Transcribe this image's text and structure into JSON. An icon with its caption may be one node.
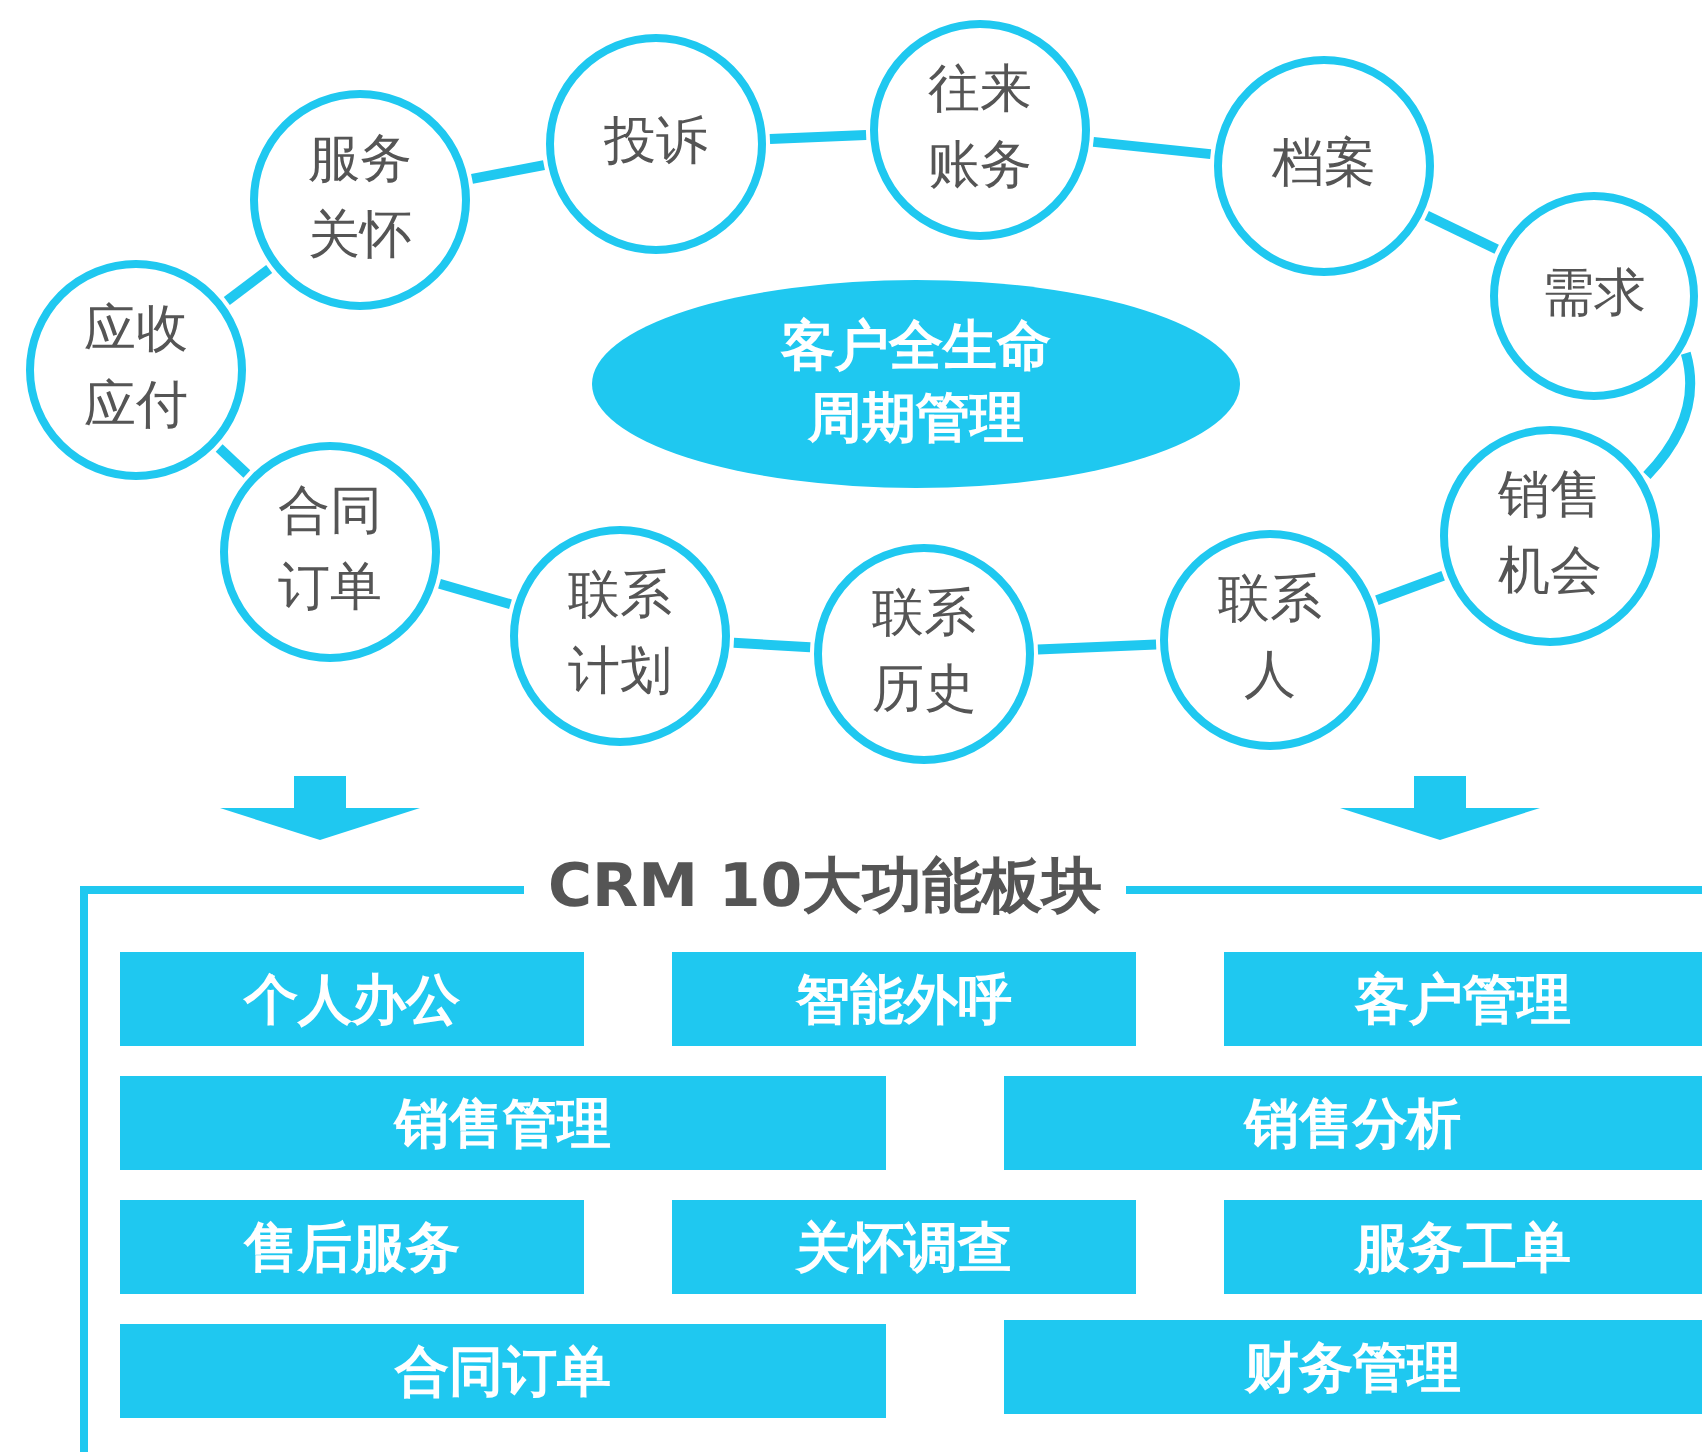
{
  "diagram": {
    "nodes": [
      {
        "text": [
          "客户全生命周期管理"
        ]
      },
      {
        "text": [
          "应收应付"
        ]
      },
      {
        "text": [
          "服务关怀"
        ]
      },
      {
        "text": [
          "投诉"
        ]
      },
      {
        "text": [
          "往来账务"
        ]
      },
      {
        "text": [
          "档案"
        ]
      },
      {
        "text": [
          "需求"
        ]
      },
      {
        "text": [
          "销售机会"
        ]
      },
      {
        "text": [
          "联系人"
        ]
      },
      {
        "text": [
          "联系历史"
        ]
      },
      {
        "text": [
          "联系计划"
        ]
      },
      {
        "text": [
          "合同订单"
        ]
      },
      {
        "text": [
          "CRM 10大功能板块"
        ]
      },
      {
        "text": [
          "个人办公"
        ],
        "in": 12
      },
      {
        "text": [
          "智能外呼"
        ],
        "in": 12
      },
      {
        "text": [
          "客户管理"
        ],
        "in": 12
      },
      {
        "text": [
          "销售管理"
        ],
        "in": 12
      },
      {
        "text": [
          "销售分析"
        ],
        "in": 12
      },
      {
        "text": [
          "售后服务"
        ],
        "in": 12
      },
      {
        "text": [
          "关怀调查"
        ],
        "in": 12
      },
      {
        "text": [
          "服务工单"
        ],
        "in": 12
      },
      {
        "text": [
          "合同订单"
        ],
        "in": 12
      },
      {
        "text": [
          "财务管理"
        ],
        "in": 12
      }
    ],
    "edges": [
      {
        "from": 1,
        "to": 2,
        "arrow": "none"
      },
      {
        "from": 2,
        "to": 3,
        "arrow": "none"
      },
      {
        "from": 3,
        "to": 4,
        "arrow": "none"
      },
      {
        "from": 4,
        "to": 5,
        "arrow": "none"
      },
      {
        "from": 5,
        "to": 6,
        "arrow": "none"
      },
      {
        "from": 6,
        "to": 7,
        "arrow": "none"
      },
      {
        "from": 7,
        "to": 8,
        "arrow": "none"
      },
      {
        "from": 8,
        "to": 9,
        "arrow": "none"
      },
      {
        "from": 9,
        "to": 10,
        "arrow": "none"
      },
      {
        "from": 10,
        "to": 11,
        "arrow": "none"
      },
      {
        "from": 11,
        "to": 1,
        "arrow": "none"
      },
      {
        "from": null,
        "to": 12,
        "arrow": "to",
        "style": "thick"
      },
      {
        "from": null,
        "to": 12,
        "arrow": "to",
        "style": "thick"
      }
    ]
  }
}
